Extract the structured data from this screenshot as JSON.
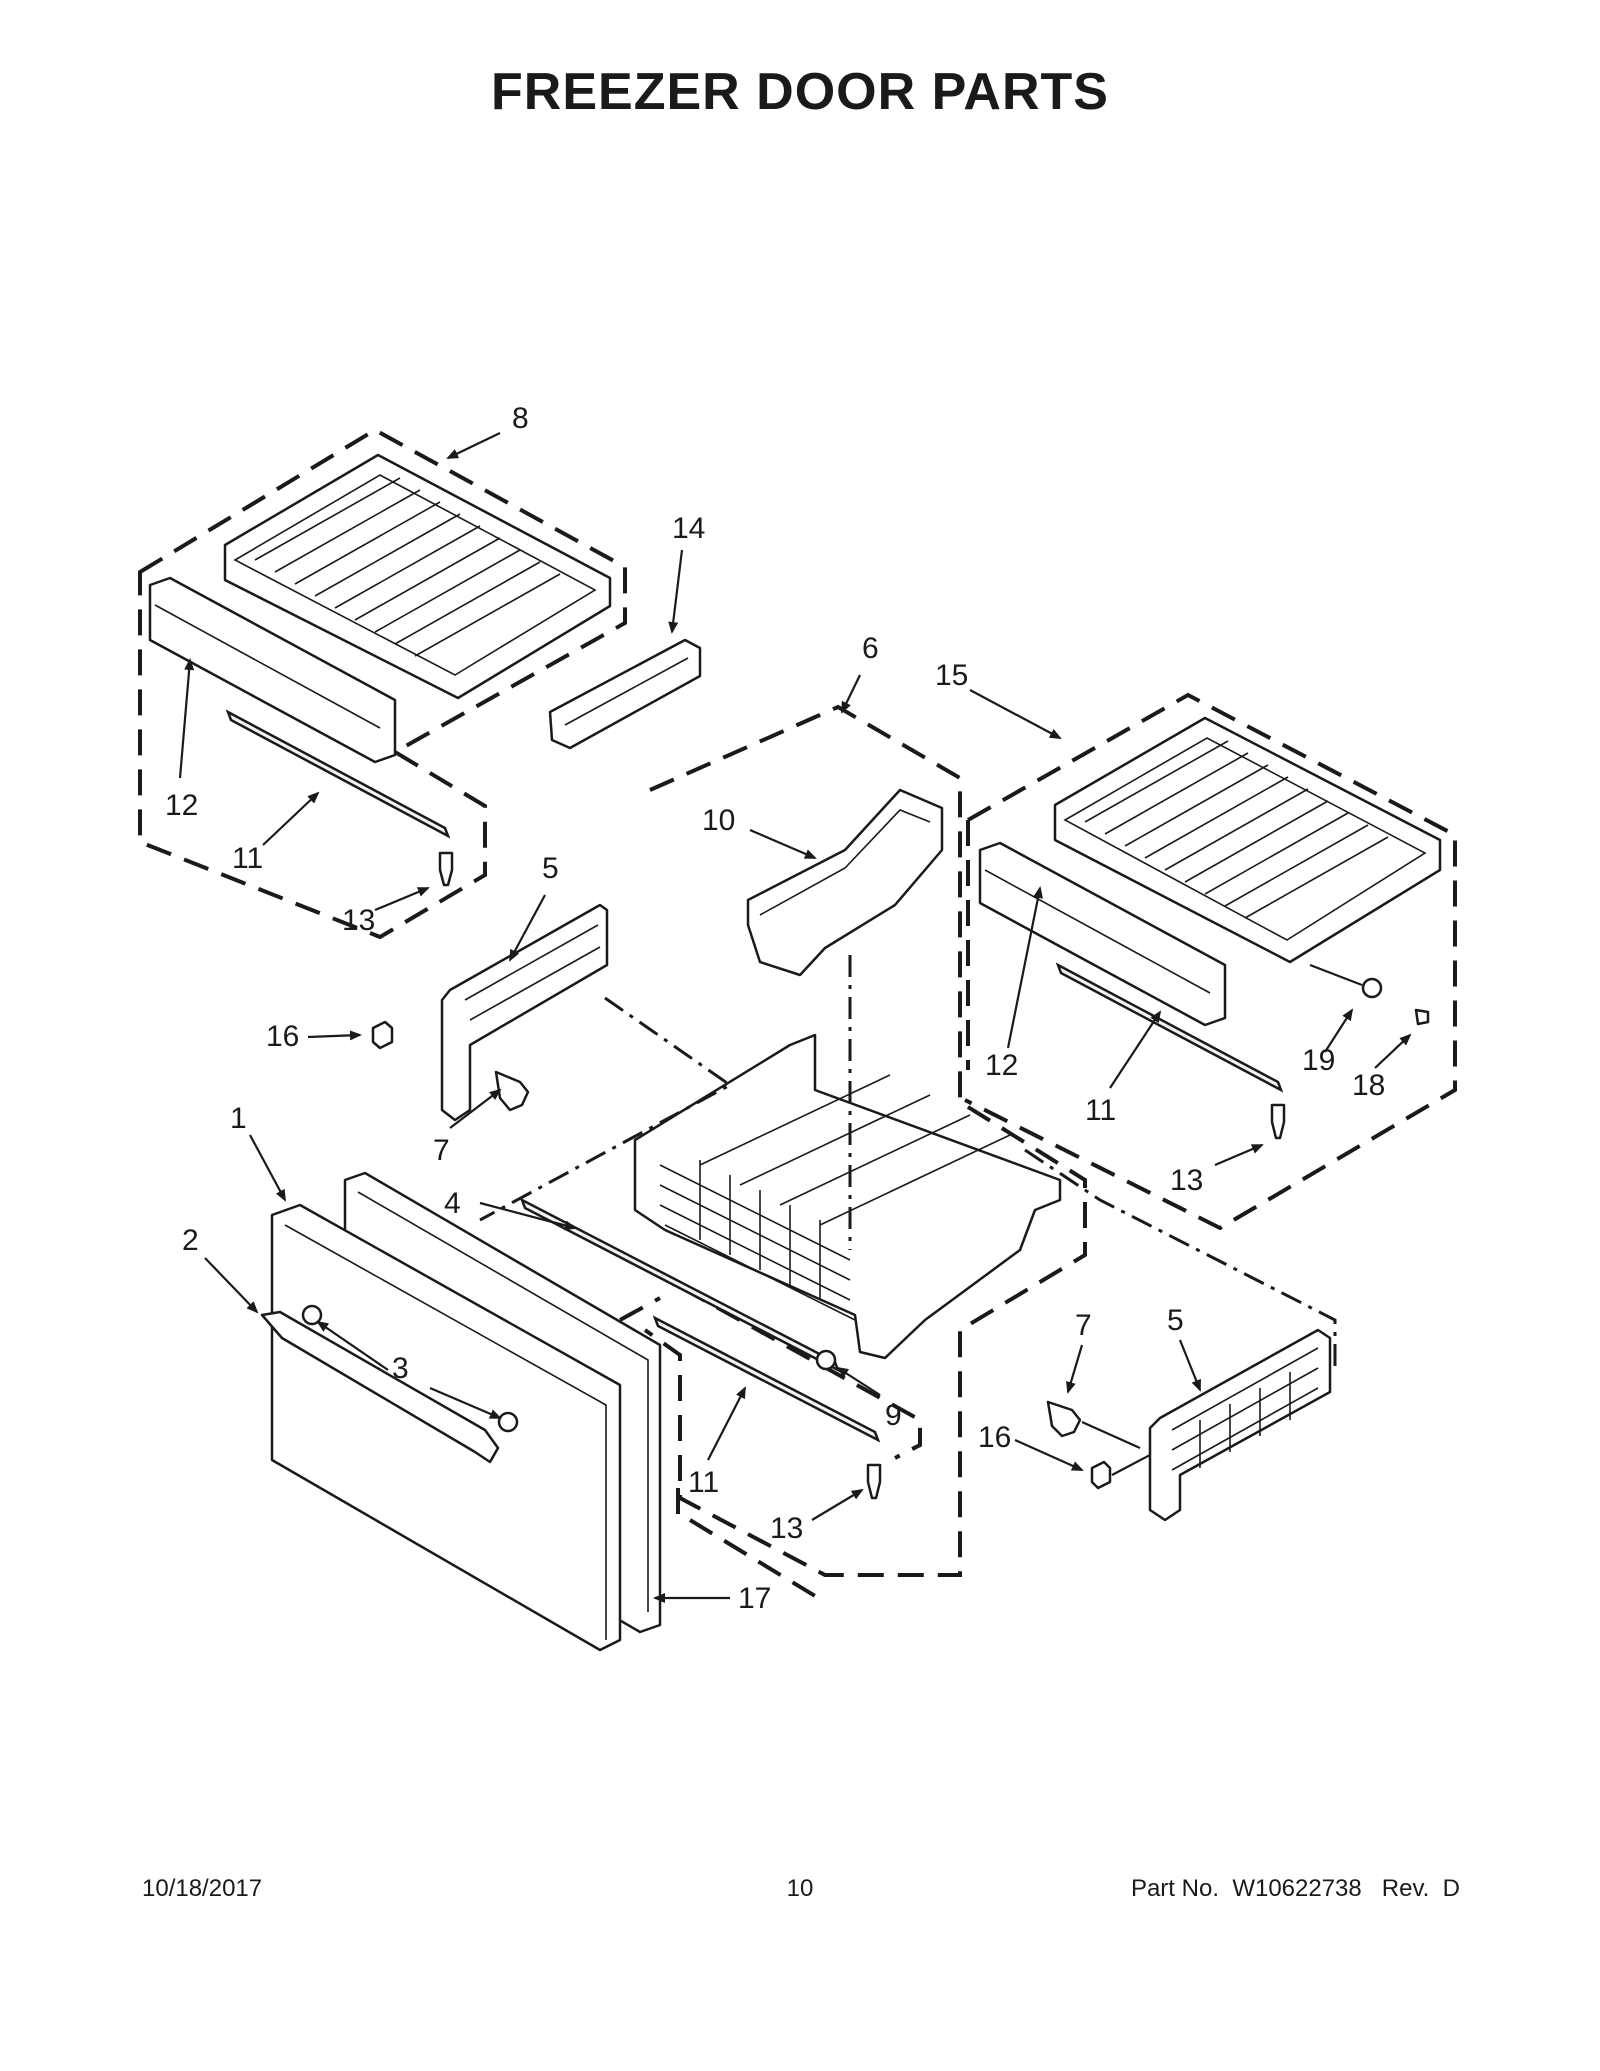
{
  "title": "FREEZER DOOR PARTS",
  "callouts": [
    {
      "id": "c8",
      "text": "8"
    },
    {
      "id": "c14",
      "text": "14"
    },
    {
      "id": "c6",
      "text": "6"
    },
    {
      "id": "c15",
      "text": "15"
    },
    {
      "id": "c10",
      "text": "10"
    },
    {
      "id": "c12a",
      "text": "12"
    },
    {
      "id": "c11a",
      "text": "11"
    },
    {
      "id": "c13a",
      "text": "13"
    },
    {
      "id": "c5a",
      "text": "5"
    },
    {
      "id": "c16a",
      "text": "16"
    },
    {
      "id": "c7a",
      "text": "7"
    },
    {
      "id": "c12b",
      "text": "12"
    },
    {
      "id": "c19",
      "text": "19"
    },
    {
      "id": "c18",
      "text": "18"
    },
    {
      "id": "c11b",
      "text": "11"
    },
    {
      "id": "c13b",
      "text": "13"
    },
    {
      "id": "c1",
      "text": "1"
    },
    {
      "id": "c2",
      "text": "2"
    },
    {
      "id": "c3",
      "text": "3"
    },
    {
      "id": "c4",
      "text": "4"
    },
    {
      "id": "c9",
      "text": "9"
    },
    {
      "id": "c11c",
      "text": "11"
    },
    {
      "id": "c13c",
      "text": "13"
    },
    {
      "id": "c17",
      "text": "17"
    },
    {
      "id": "c7b",
      "text": "7"
    },
    {
      "id": "c5b",
      "text": "5"
    },
    {
      "id": "c16b",
      "text": "16"
    }
  ],
  "footer": {
    "date": "10/18/2017",
    "page": "10",
    "part_number": "Part No.  W10622738   Rev.  D"
  }
}
